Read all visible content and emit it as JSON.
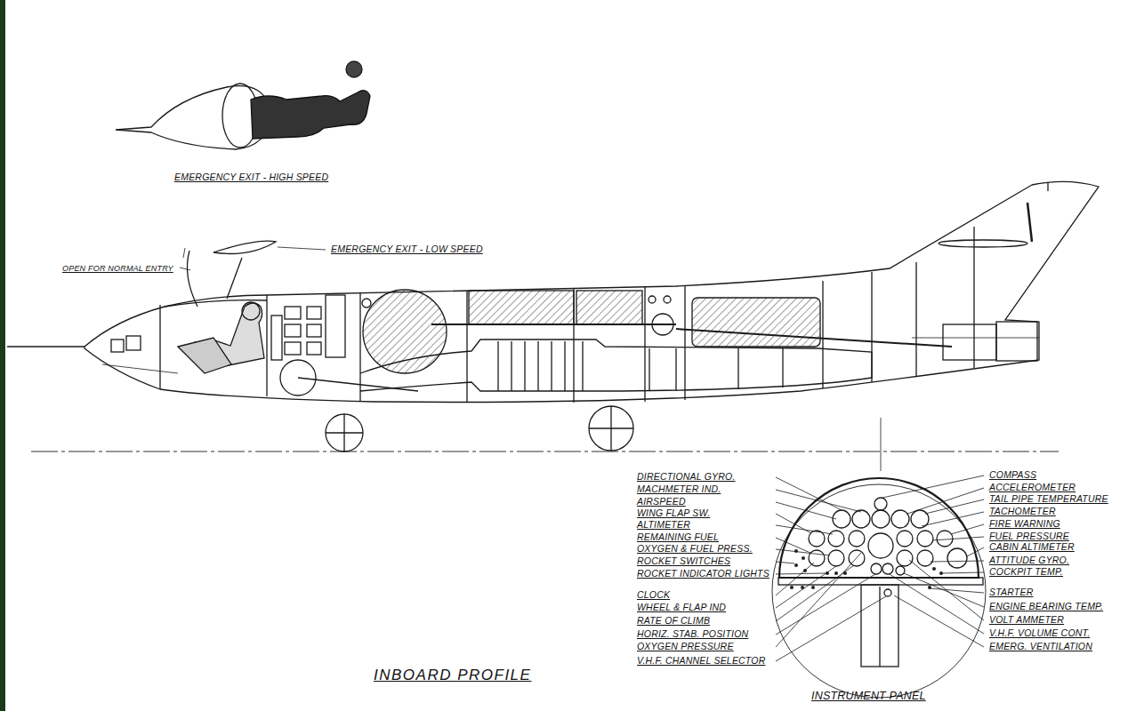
{
  "diagram": {
    "title": "INBOARD PROFILE",
    "labels": [
      "EMERGENCY EXIT - HIGH SPEED",
      "EMERGENCY EXIT - LOW SPEED",
      "OPEN FOR NORMAL ENTRY",
      "DIRECTIONAL GYRO.",
      "MACHMETER IND.",
      "AIRSPEED",
      "WING FLAP SW.",
      "ALTIMETER",
      "REMAINING FUEL",
      "OXYGEN & FUEL PRESS.",
      "ROCKET SWITCHES",
      "ROCKET INDICATOR LIGHTS",
      "CLOCK",
      "WHEEL & FLAP IND",
      "RATE OF CLIMB",
      "HORIZ. STAB. POSITION",
      "OXYGEN PRESSURE",
      "V.H.F. CHANNEL SELECTOR",
      "COMPASS",
      "ACCELEROMETER",
      "TAIL PIPE TEMPERATURE",
      "TACHOMETER",
      "FIRE WARNING",
      "FUEL PRESSURE",
      "CABIN ALTIMETER",
      "ATTITUDE GYRO.",
      "COCKPIT TEMP.",
      "STARTER",
      "ENGINE BEARING TEMP.",
      "VOLT AMMETER",
      "V.H.F. VOLUME CONT.",
      "EMERG. VENTILATION",
      "INSTRUMENT PANEL"
    ]
  }
}
